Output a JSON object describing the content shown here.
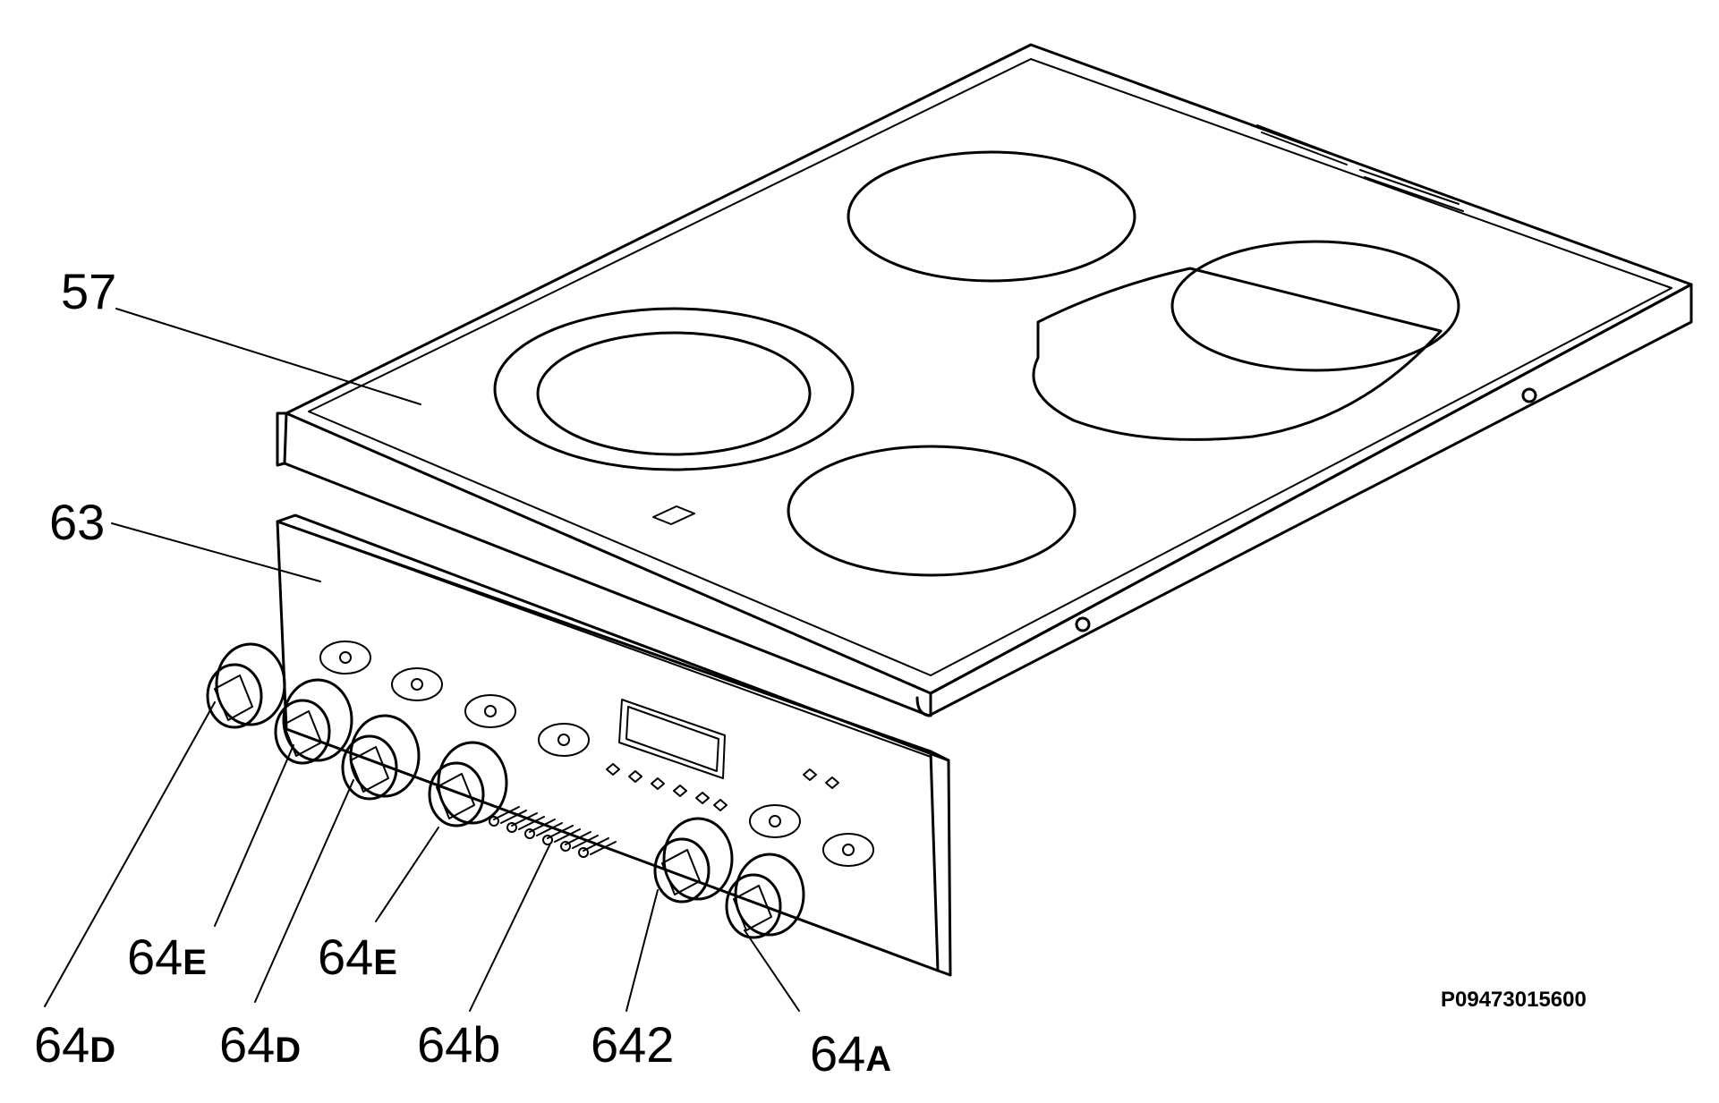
{
  "diagram": {
    "labels": {
      "hob": "57",
      "panel": "63",
      "knob_d1": {
        "num": "64",
        "suffix": "D"
      },
      "knob_d2": {
        "num": "64",
        "suffix": "D"
      },
      "knob_e1": {
        "num": "64",
        "suffix": "E"
      },
      "knob_e2": {
        "num": "64",
        "suffix": "E"
      },
      "switches": "64b",
      "knob_642": "642",
      "knob_a": {
        "num": "64",
        "suffix": "A"
      }
    },
    "reference_code": "P09473015600",
    "colors": {
      "line": "#000000",
      "background": "#ffffff"
    }
  }
}
